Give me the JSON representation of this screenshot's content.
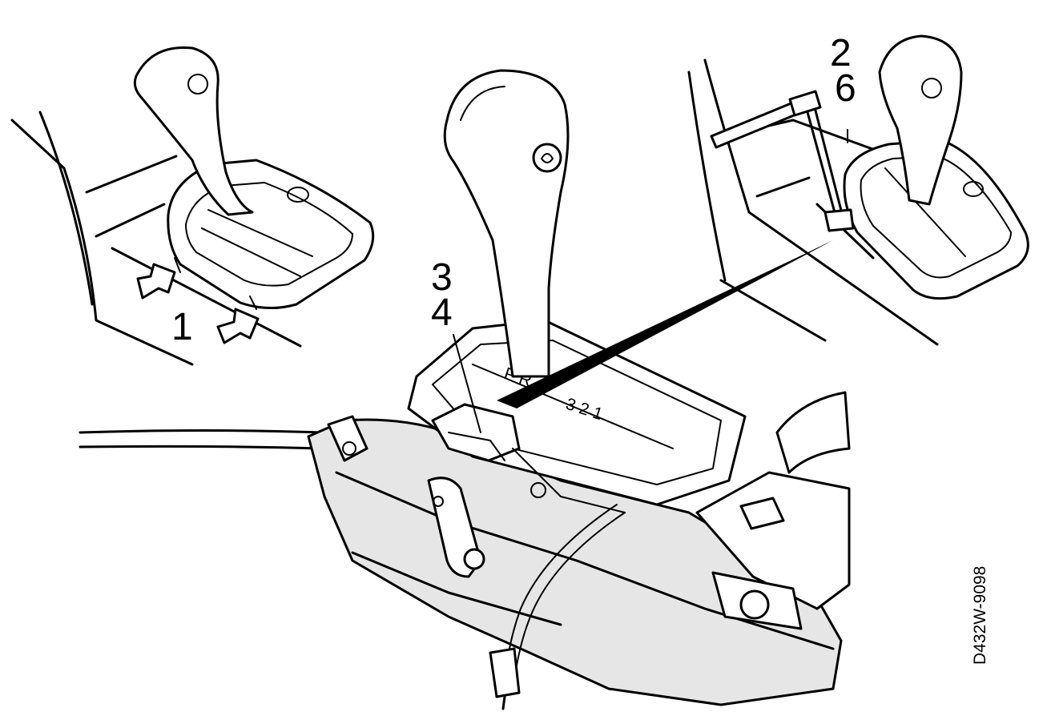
{
  "diagram": {
    "callouts": [
      "1",
      "2",
      "6",
      "3",
      "4"
    ],
    "figure_code": "D432W-9098"
  }
}
